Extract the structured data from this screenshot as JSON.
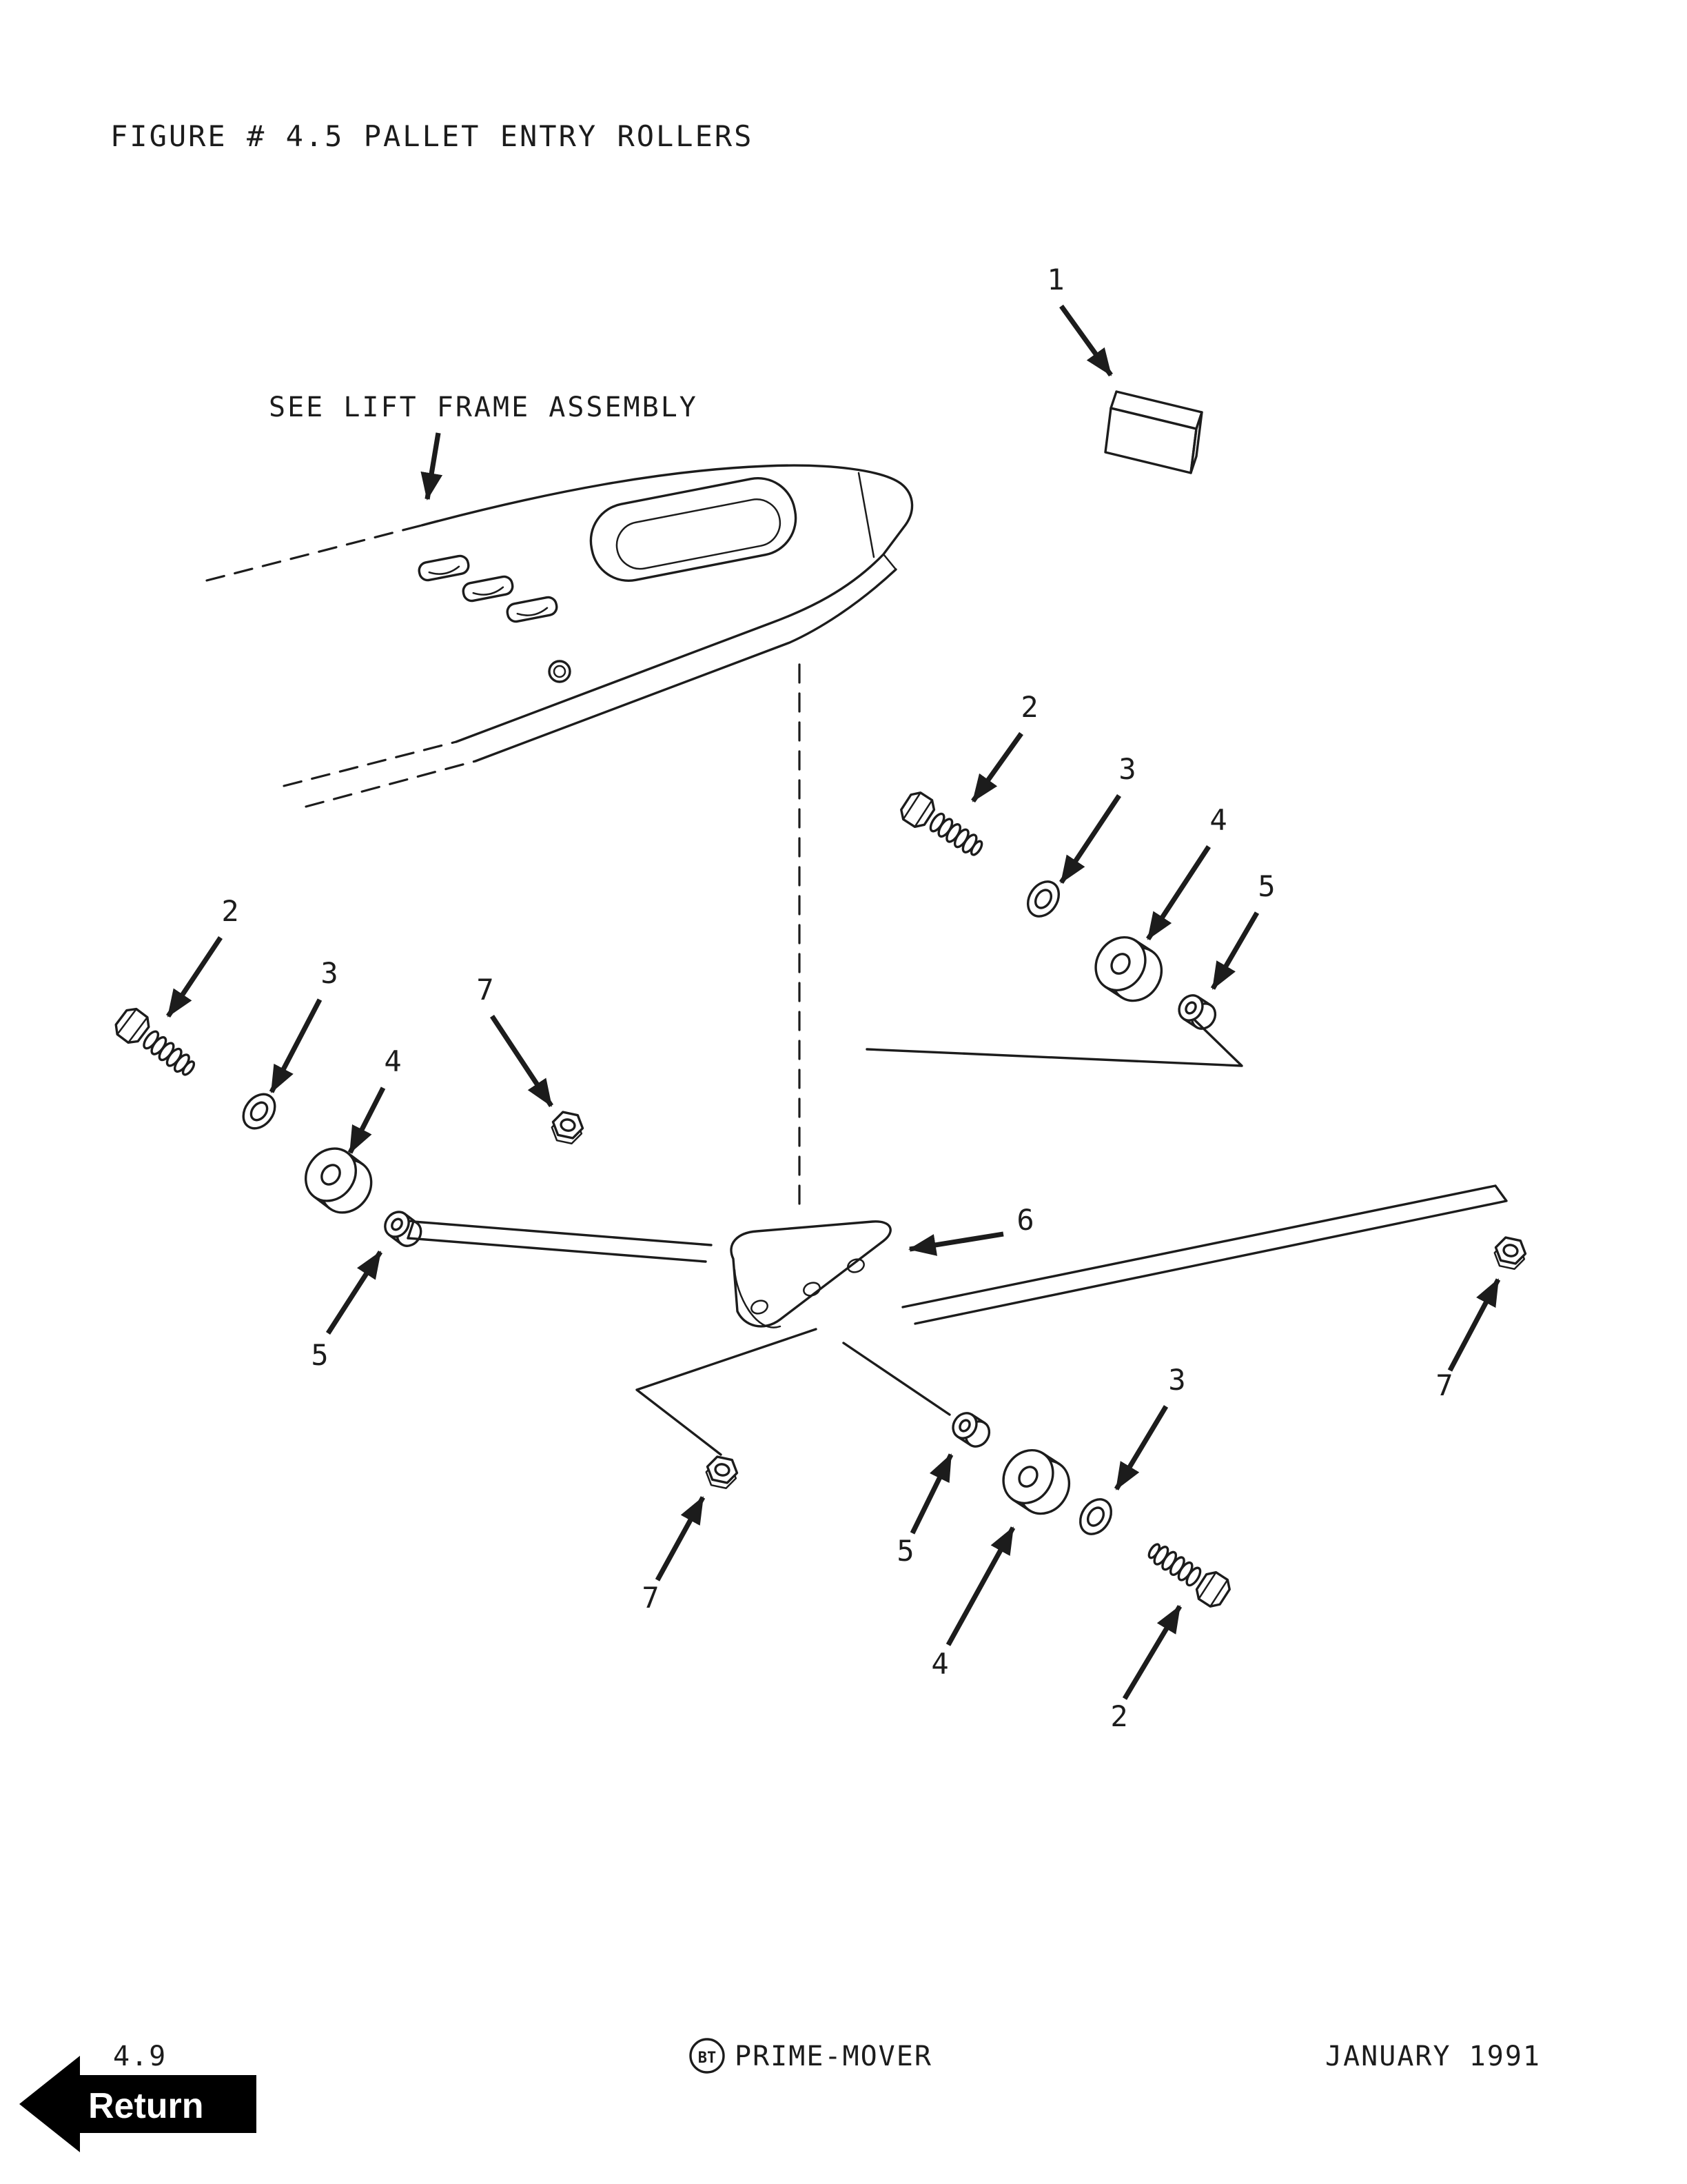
{
  "figure": {
    "title": "FIGURE # 4.5 PALLET ENTRY ROLLERS",
    "note": "SEE LIFT FRAME ASSEMBLY"
  },
  "diagram": {
    "callouts": [
      {
        "label": "1"
      },
      {
        "label": "2"
      },
      {
        "label": "3"
      },
      {
        "label": "4"
      },
      {
        "label": "5"
      },
      {
        "label": "2"
      },
      {
        "label": "3"
      },
      {
        "label": "7"
      },
      {
        "label": "4"
      },
      {
        "label": "5"
      },
      {
        "label": "6"
      },
      {
        "label": "7"
      },
      {
        "label": "3"
      },
      {
        "label": "5"
      },
      {
        "label": "7"
      },
      {
        "label": "4"
      },
      {
        "label": "2"
      }
    ]
  },
  "footer": {
    "page_number": "4.9",
    "logo_text": "BT",
    "brand": "PRIME-MOVER",
    "date": "JANUARY 1991"
  },
  "nav": {
    "return_label": "Return"
  }
}
